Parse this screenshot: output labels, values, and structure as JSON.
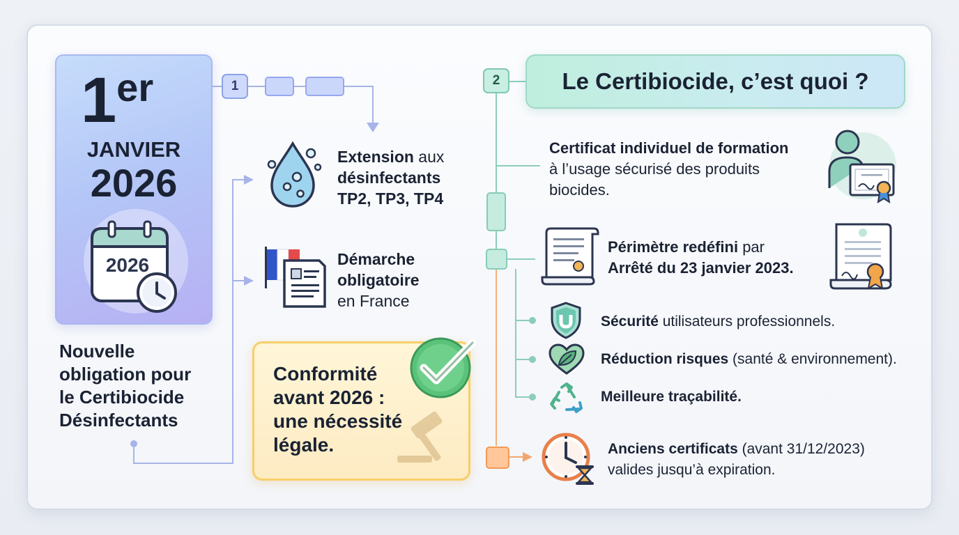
{
  "date": {
    "day": "1",
    "day_suffix": "er",
    "month": "JANVIER",
    "year": "2026",
    "calendar_year": "2026"
  },
  "left_caption": [
    "Nouvelle",
    "obligation pour",
    "le Certibiocide",
    "Désinfectants"
  ],
  "step1": {
    "badge": "1",
    "items": [
      {
        "icon": "water-drop-icon",
        "lines": [
          {
            "bold": "Extension",
            "rest": " aux"
          },
          {
            "bold": "désinfectants",
            "rest": ""
          },
          {
            "bold": "TP2, TP3, TP4",
            "rest": ""
          }
        ]
      },
      {
        "icon": "french-flag-document-icon",
        "lines": [
          {
            "bold": "Démarche",
            "rest": ""
          },
          {
            "bold": "obligatoire",
            "rest": ""
          },
          {
            "bold": "",
            "rest": "en France"
          }
        ]
      }
    ],
    "conformity": [
      "Conformité",
      "avant 2026 :",
      "une nécessité",
      "légale."
    ]
  },
  "step2": {
    "badge": "2",
    "title": "Le Certibiocide, c’est quoi ?",
    "definition": {
      "bold": "Certificat individuel de formation",
      "rest": [
        "à l’usage sécurisé des produits",
        "biocides."
      ]
    },
    "scope": {
      "line1_bold": "Périmètre redéfini",
      "line1_rest": " par",
      "line2_bold": "Arrêté du 23 janvier 2023."
    },
    "benefits": [
      {
        "icon": "shield-icon",
        "bold": "Sécurité",
        "rest": " utilisateurs professionnels."
      },
      {
        "icon": "leaf-heart-icon",
        "bold": "Réduction risques",
        "rest": " (santé & environnement)."
      },
      {
        "icon": "recycle-icon",
        "bold": "Meilleure traçabilité.",
        "rest": ""
      }
    ],
    "legacy": {
      "bold": "Anciens certificats",
      "rest": " (avant 31/12/2023)",
      "line2": "valides jusqu’à expiration."
    }
  },
  "colors": {
    "accent_blue": "#8ea2ea",
    "accent_green": "#7cc8b1",
    "accent_orange": "#f29955",
    "accent_yellow": "#f6cf6a"
  }
}
